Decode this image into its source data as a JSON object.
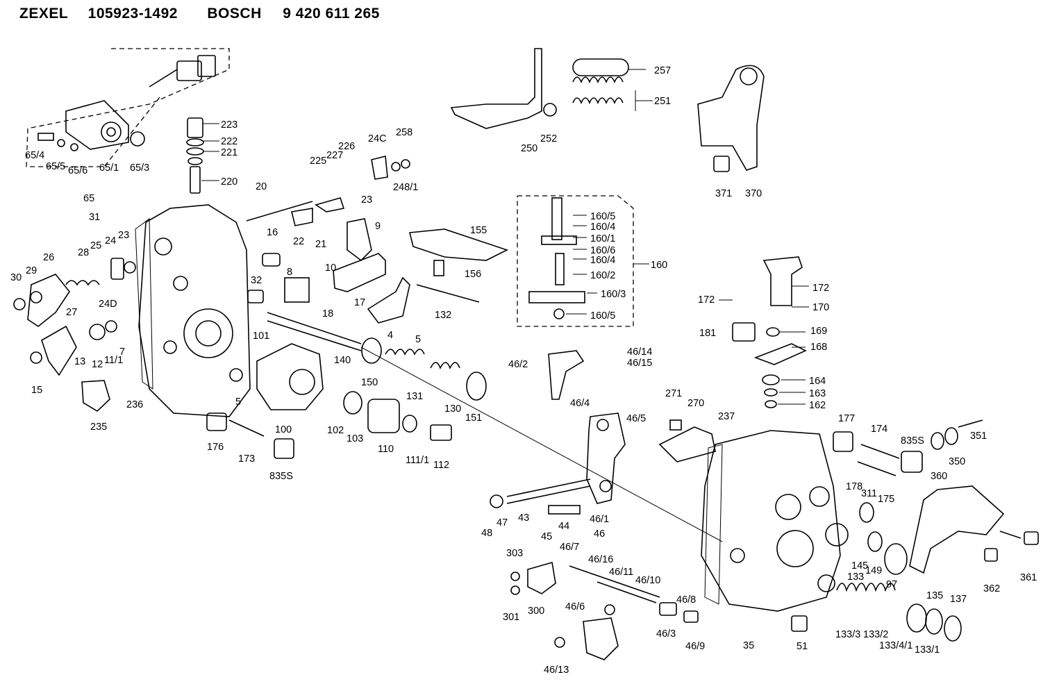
{
  "header": {
    "maker1": "ZEXEL",
    "number1": "105923-1492",
    "maker2": "BOSCH",
    "number2": "9 420 611 265"
  },
  "callouts": [
    "65/4",
    "65/5",
    "65/6",
    "65/1",
    "65/3",
    "65",
    "223",
    "222",
    "221",
    "220",
    "20",
    "225",
    "227",
    "226",
    "24C",
    "258",
    "248/1",
    "23",
    "22",
    "21",
    "9",
    "31",
    "16",
    "24",
    "23",
    "28",
    "25",
    "26",
    "29",
    "30",
    "27",
    "24D",
    "32",
    "8",
    "18",
    "17",
    "10",
    "13",
    "12",
    "11/1",
    "7",
    "15",
    "236",
    "101",
    "5",
    "140",
    "150",
    "131",
    "130",
    "151",
    "4",
    "5",
    "132",
    "235",
    "100",
    "102",
    "103",
    "110",
    "111/1",
    "112",
    "176",
    "173",
    "835S",
    "155",
    "156",
    "257",
    "251",
    "250",
    "252",
    "371",
    "370",
    "160/5",
    "160/4",
    "160/1",
    "160/6",
    "160/4",
    "160/2",
    "160/3",
    "160/5",
    "160",
    "46/14",
    "46/15",
    "46/2",
    "46/4",
    "46/5",
    "172",
    "170",
    "172",
    "169",
    "181",
    "168",
    "164",
    "163",
    "162",
    "271",
    "270",
    "237",
    "177",
    "174",
    "835S",
    "350",
    "351",
    "178",
    "175",
    "311",
    "360",
    "48",
    "47",
    "43",
    "44",
    "45",
    "46/1",
    "46",
    "145",
    "149",
    "97",
    "362",
    "361",
    "303",
    "46/7",
    "46/16",
    "46/11",
    "46/10",
    "301",
    "300",
    "46/6",
    "46/8",
    "46/3",
    "46/9",
    "35",
    "51",
    "133",
    "133/3",
    "133/2",
    "133/4/1",
    "133/1",
    "135",
    "137",
    "46/13"
  ]
}
